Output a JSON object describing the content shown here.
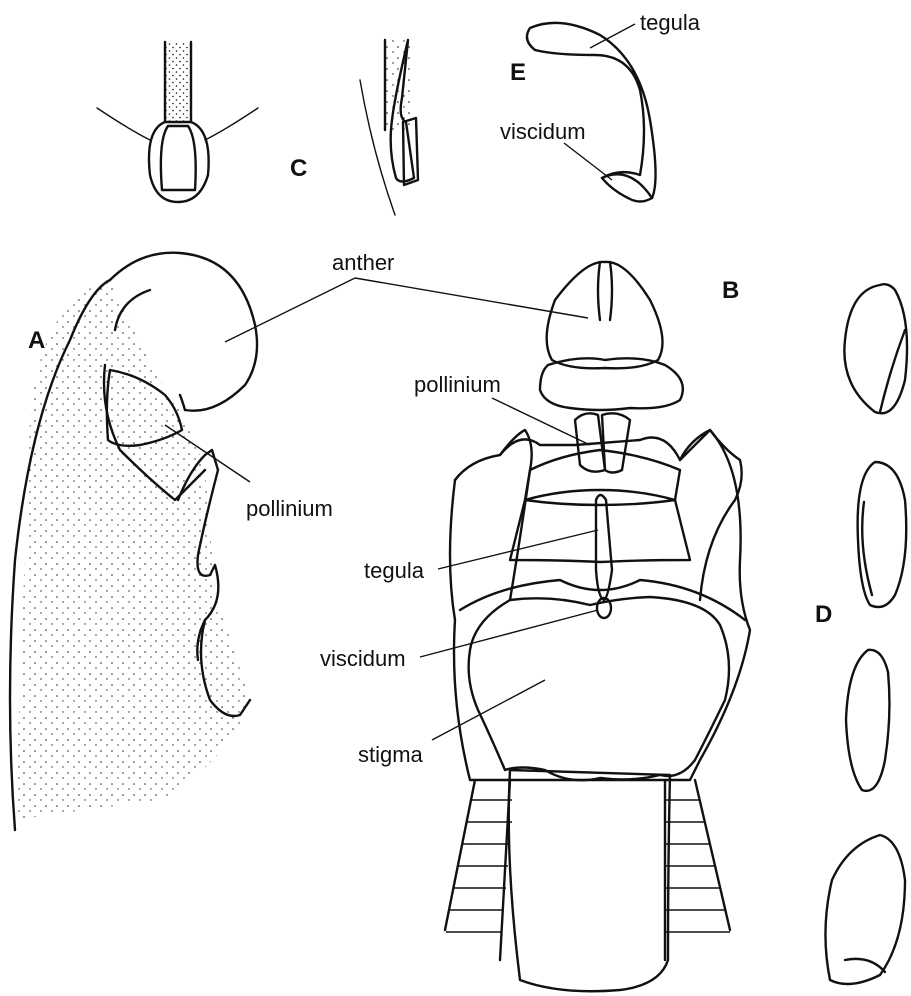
{
  "panels": {
    "A": "A",
    "B": "B",
    "C": "C",
    "D": "D",
    "E": "E"
  },
  "labels": {
    "A_anther_pollinium": {
      "anther": "anther",
      "pollinium": "pollinium"
    },
    "B": {
      "pollinium": "pollinium",
      "tegula": "tegula",
      "viscidum": "viscidum",
      "stigma": "stigma"
    },
    "E": {
      "tegula": "tegula",
      "viscidum": "viscidum"
    }
  },
  "style": {
    "ink": "#111111",
    "paper": "#ffffff"
  }
}
